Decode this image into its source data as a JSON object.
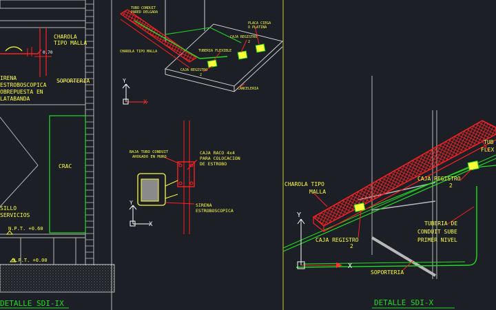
{
  "colors": {
    "background": "#1c2026",
    "label": "#ffff3a",
    "annotation": "#ffffff",
    "tray": "#ff2020",
    "conduit": "#22dd22",
    "structure": "#b8b8b8",
    "title": "#22dd22",
    "ucs_x": "#ff3030",
    "ucs_y": "#ffffff"
  },
  "left_panel": {
    "charola_label_1": "CHAROLA",
    "charola_label_2": "TIPO MALLA",
    "dim_070": "0.70",
    "soporteria_label": "SOPORTERIA",
    "sirena_1": "IRENA",
    "sirena_2": "ESTROBOSCOPICA",
    "sirena_3": "OBREPUESTA EN",
    "sirena_4": "LATABANDA",
    "crac_label": "CRAC",
    "pasillo_1": "SILLO",
    "pasillo_2": "SERVICIOS",
    "npt_060": "N.P.T. +0.60",
    "npt_000": "N.P.T. +0.00",
    "title": "DETALLE SDI-IX"
  },
  "middle_top": {
    "tubo_conduit_1": "TUBO CONDUIT",
    "tubo_conduit_2": "PARED DELGADA",
    "charola_malla": "CHAROLA TIPO MALLA",
    "tuberia_flexible": "TUBERIA FLEXIBLE",
    "caja_registro": "CAJA REGISTRO",
    "caja_registro_num": "2",
    "placa_ciega_1": "PLACA CIEGA",
    "placa_ciega_2": "O PLATINA",
    "caja_registro_2": "CAJA REGISTRO",
    "caja_registro_2_num": "2",
    "cancel_label": "CANCELERIA"
  },
  "middle_bottom": {
    "baja_tubo_1": "BAJA TUBO CONDUIT",
    "baja_tubo_2": "AHOGADO EN MURO",
    "caja_raco_1": "CAJA RACO 4x4",
    "caja_raco_2": "PARA COLOCACION",
    "caja_raco_3": "DE ESTROBO",
    "sirena_1": "SIRENA",
    "sirena_2": "ESTROBOSCOPICA"
  },
  "right_panel": {
    "charola_1": "CHAROLA TIPO",
    "charola_2": "MALLA",
    "caja_registro_a": "CAJA REGISTRO",
    "caja_registro_a_num": "2",
    "caja_registro_b": "CAJA REGISTRO",
    "caja_registro_b_num": "2",
    "tuberia_1": "TUBERIA DE",
    "tuberia_2": "CONDUIT SUBE",
    "tuberia_3": "PRIMER NIVEL",
    "soporteria": "SOPORTERIA",
    "flex_1": "TUB",
    "flex_2": "FLEX",
    "title": "DETALLE SDI-X"
  },
  "ucs": {
    "x_label": "X",
    "y_label": "Y"
  }
}
